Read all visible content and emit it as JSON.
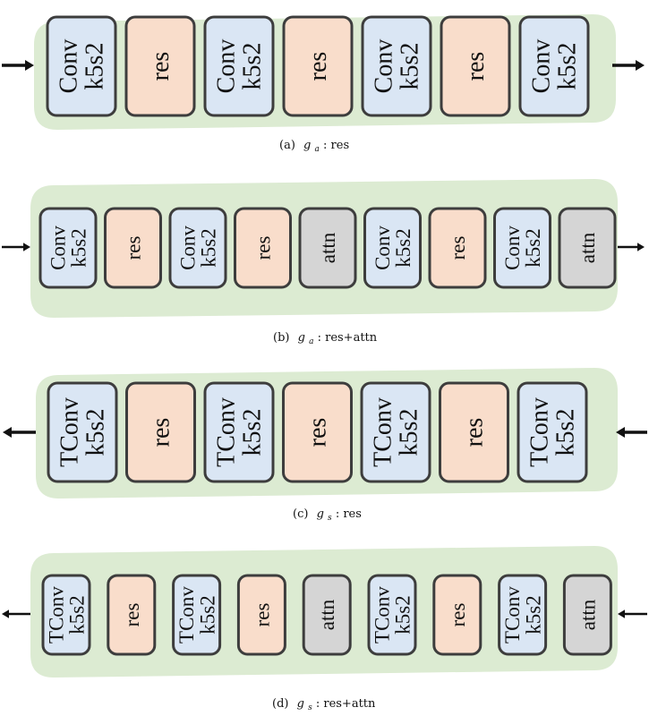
{
  "colors": {
    "panel_bg": "#dcebd2",
    "conv_fill": "#dae6f4",
    "res_fill": "#f9ddcb",
    "attn_fill": "#d5d5d5",
    "block_stroke": "#3d3d3d",
    "arrow": "#111111"
  },
  "diagrams": [
    {
      "id": "ga-res",
      "flow": "right",
      "caption": {
        "prefix": "(a)",
        "symbol": "g",
        "subscript": "a",
        "suffix": ": res"
      },
      "blocks": [
        {
          "kind": "conv",
          "lines": [
            "Conv",
            "k5s2"
          ]
        },
        {
          "kind": "res",
          "lines": [
            "res"
          ]
        },
        {
          "kind": "conv",
          "lines": [
            "Conv",
            "k5s2"
          ]
        },
        {
          "kind": "res",
          "lines": [
            "res"
          ]
        },
        {
          "kind": "conv",
          "lines": [
            "Conv",
            "k5s2"
          ]
        },
        {
          "kind": "res",
          "lines": [
            "res"
          ]
        },
        {
          "kind": "conv",
          "lines": [
            "Conv",
            "k5s2"
          ]
        }
      ]
    },
    {
      "id": "ga-res-attn",
      "flow": "right",
      "caption": {
        "prefix": "(b)",
        "symbol": "g",
        "subscript": "a",
        "suffix": ": res+attn"
      },
      "blocks": [
        {
          "kind": "conv",
          "lines": [
            "Conv",
            "k5s2"
          ]
        },
        {
          "kind": "res",
          "lines": [
            "res"
          ]
        },
        {
          "kind": "conv",
          "lines": [
            "Conv",
            "k5s2"
          ]
        },
        {
          "kind": "res",
          "lines": [
            "res"
          ]
        },
        {
          "kind": "attn",
          "lines": [
            "attn"
          ]
        },
        {
          "kind": "conv",
          "lines": [
            "Conv",
            "k5s2"
          ]
        },
        {
          "kind": "res",
          "lines": [
            "res"
          ]
        },
        {
          "kind": "conv",
          "lines": [
            "Conv",
            "k5s2"
          ]
        },
        {
          "kind": "attn",
          "lines": [
            "attn"
          ]
        }
      ]
    },
    {
      "id": "gs-res",
      "flow": "left",
      "caption": {
        "prefix": "(c)",
        "symbol": "g",
        "subscript": "s",
        "suffix": ": res"
      },
      "blocks": [
        {
          "kind": "conv",
          "lines": [
            "TConv",
            "k5s2"
          ]
        },
        {
          "kind": "res",
          "lines": [
            "res"
          ]
        },
        {
          "kind": "conv",
          "lines": [
            "TConv",
            "k5s2"
          ]
        },
        {
          "kind": "res",
          "lines": [
            "res"
          ]
        },
        {
          "kind": "conv",
          "lines": [
            "TConv",
            "k5s2"
          ]
        },
        {
          "kind": "res",
          "lines": [
            "res"
          ]
        },
        {
          "kind": "conv",
          "lines": [
            "TConv",
            "k5s2"
          ]
        }
      ]
    },
    {
      "id": "gs-res-attn",
      "flow": "left",
      "caption": {
        "prefix": "(d)",
        "symbol": "g",
        "subscript": "s",
        "suffix": ": res+attn"
      },
      "blocks": [
        {
          "kind": "conv",
          "lines": [
            "TConv",
            "k5s2"
          ]
        },
        {
          "kind": "res",
          "lines": [
            "res"
          ]
        },
        {
          "kind": "conv",
          "lines": [
            "TConv",
            "k5s2"
          ]
        },
        {
          "kind": "res",
          "lines": [
            "res"
          ]
        },
        {
          "kind": "attn",
          "lines": [
            "attn"
          ]
        },
        {
          "kind": "conv",
          "lines": [
            "TConv",
            "k5s2"
          ]
        },
        {
          "kind": "res",
          "lines": [
            "res"
          ]
        },
        {
          "kind": "conv",
          "lines": [
            "TConv",
            "k5s2"
          ]
        },
        {
          "kind": "attn",
          "lines": [
            "attn"
          ]
        }
      ]
    }
  ]
}
